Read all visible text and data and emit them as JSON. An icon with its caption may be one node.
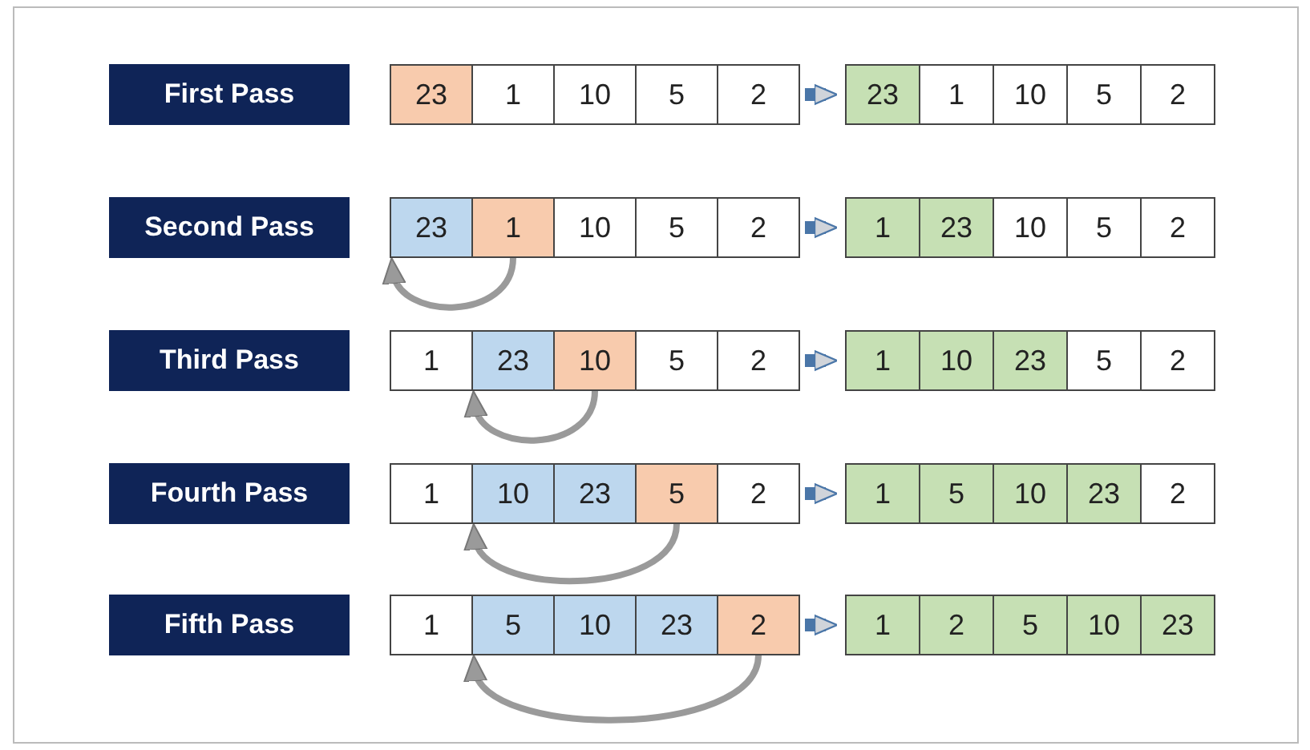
{
  "diagram": {
    "nodes": [
      {
        "text": [
          "First Pass"
        ]
      },
      {
        "text": [
          "23"
        ]
      },
      {
        "text": [
          "1"
        ]
      },
      {
        "text": [
          "10"
        ]
      },
      {
        "text": [
          "5"
        ]
      },
      {
        "text": [
          "2"
        ]
      },
      {
        "text": [
          "23"
        ]
      },
      {
        "text": [
          "1"
        ]
      },
      {
        "text": [
          "10"
        ]
      },
      {
        "text": [
          "5"
        ]
      },
      {
        "text": [
          "2"
        ]
      },
      {
        "text": [
          "Second Pass"
        ]
      },
      {
        "text": [
          "23"
        ]
      },
      {
        "text": [
          "1"
        ]
      },
      {
        "text": [
          "10"
        ]
      },
      {
        "text": [
          "5"
        ]
      },
      {
        "text": [
          "2"
        ]
      },
      {
        "text": [
          "1"
        ]
      },
      {
        "text": [
          "23"
        ]
      },
      {
        "text": [
          "10"
        ]
      },
      {
        "text": [
          "5"
        ]
      },
      {
        "text": [
          "2"
        ]
      },
      {
        "text": [
          "Third Pass"
        ]
      },
      {
        "text": [
          "1"
        ]
      },
      {
        "text": [
          "23"
        ]
      },
      {
        "text": [
          "10"
        ]
      },
      {
        "text": [
          "5"
        ]
      },
      {
        "text": [
          "2"
        ]
      },
      {
        "text": [
          "1"
        ]
      },
      {
        "text": [
          "10"
        ]
      },
      {
        "text": [
          "23"
        ]
      },
      {
        "text": [
          "5"
        ]
      },
      {
        "text": [
          "2"
        ]
      },
      {
        "text": [
          "Fourth Pass"
        ]
      },
      {
        "text": [
          "1"
        ]
      },
      {
        "text": [
          "10"
        ]
      },
      {
        "text": [
          "23"
        ]
      },
      {
        "text": [
          "5"
        ]
      },
      {
        "text": [
          "2"
        ]
      },
      {
        "text": [
          "1"
        ]
      },
      {
        "text": [
          "5"
        ]
      },
      {
        "text": [
          "10"
        ]
      },
      {
        "text": [
          "23"
        ]
      },
      {
        "text": [
          "2"
        ]
      },
      {
        "text": [
          "Fifth Pass"
        ]
      },
      {
        "text": [
          "1"
        ]
      },
      {
        "text": [
          "5"
        ]
      },
      {
        "text": [
          "10"
        ]
      },
      {
        "text": [
          "23"
        ]
      },
      {
        "text": [
          "2"
        ]
      },
      {
        "text": [
          "1"
        ]
      },
      {
        "text": [
          "2"
        ]
      },
      {
        "text": [
          "5"
        ]
      },
      {
        "text": [
          "10"
        ]
      },
      {
        "text": [
          "23"
        ]
      }
    ],
    "edges": [
      {
        "from": 5,
        "to": 6,
        "arrow": "to"
      },
      {
        "from": 13,
        "to": 12,
        "arrow": "to"
      },
      {
        "from": 16,
        "to": 17,
        "arrow": "to"
      },
      {
        "from": 25,
        "to": 24,
        "arrow": "to"
      },
      {
        "from": 27,
        "to": 28,
        "arrow": "to"
      },
      {
        "from": 37,
        "to": 35,
        "arrow": "to"
      },
      {
        "from": 38,
        "to": 39,
        "arrow": "to"
      },
      {
        "from": 49,
        "to": 46,
        "arrow": "to"
      },
      {
        "from": 49,
        "to": 50,
        "arrow": "to"
      }
    ]
  }
}
